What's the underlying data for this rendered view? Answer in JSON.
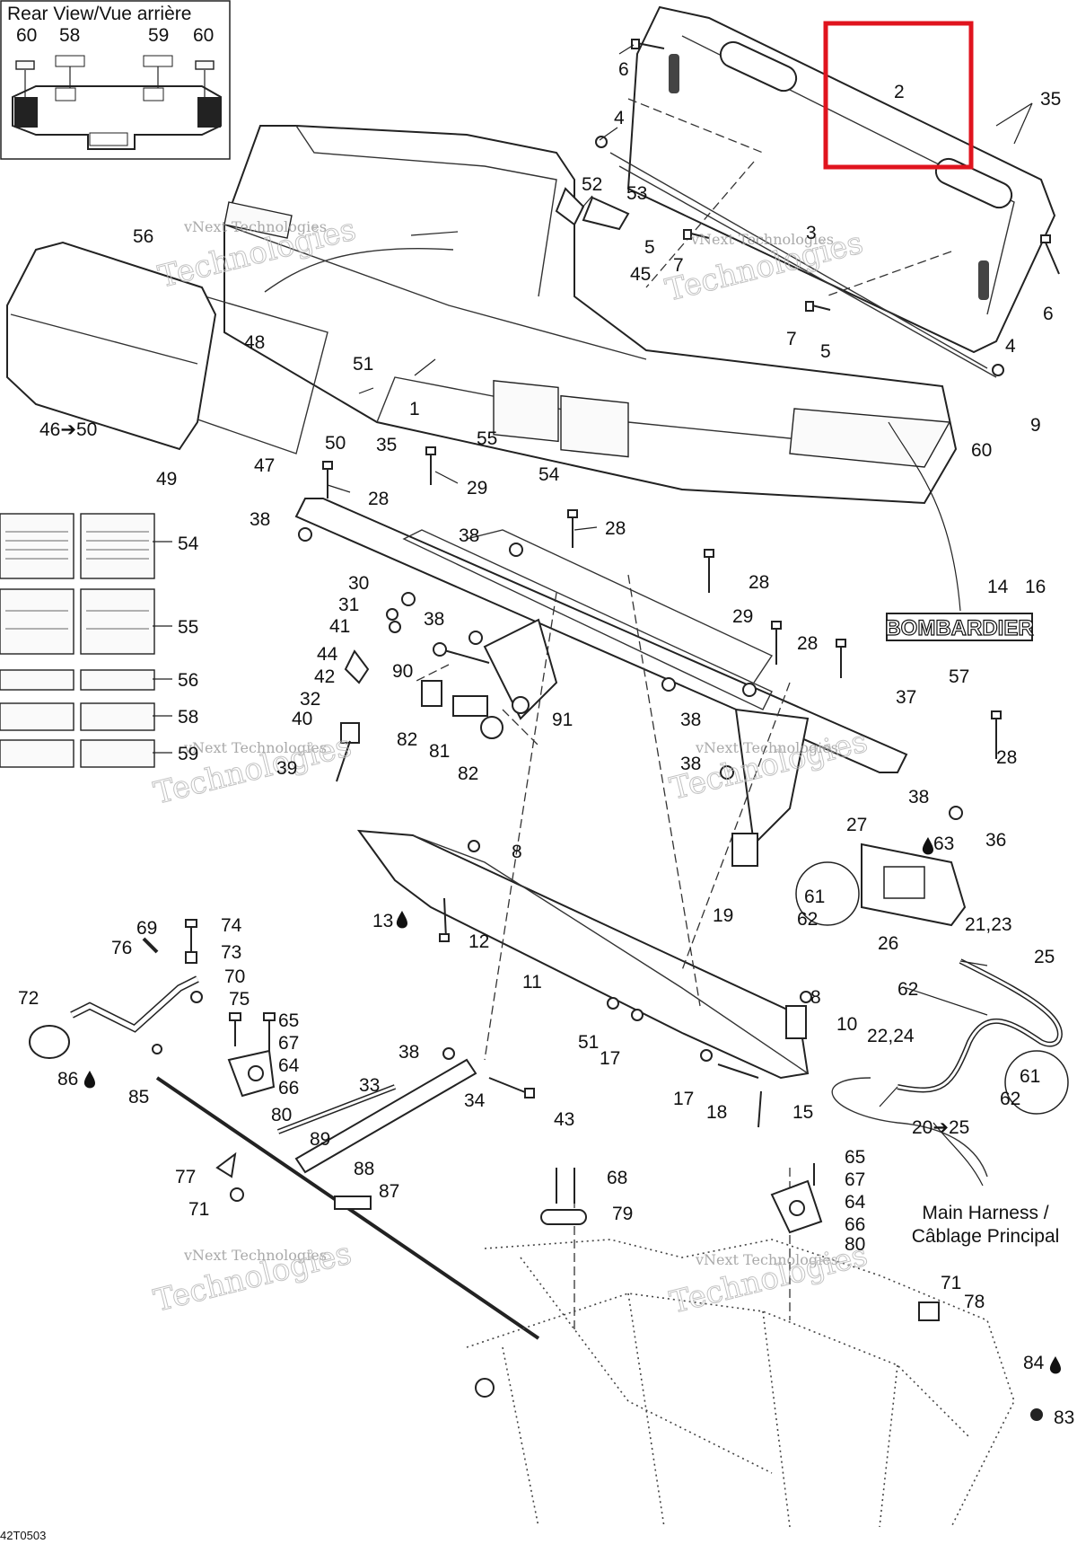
{
  "inset_title": "Rear View/Vue arrière",
  "bombardier_logo": "BOMBARDIER",
  "main_harness_label": [
    "Main Harness /",
    "Câblage Principal"
  ],
  "drawing_code": "42T0503",
  "watermark": [
    "vNext Technologies",
    "Technologies"
  ],
  "highlight_color": "#e0141e",
  "callouts": {
    "c_in60a": "60",
    "c_in58": "58",
    "c_in59": "59",
    "c_in60b": "60",
    "c6a": "6",
    "c2": "2",
    "c35a": "35",
    "c4a": "4",
    "c52": "52",
    "c53": "53",
    "c5a": "5",
    "c45": "45",
    "c7a": "7",
    "c3": "3",
    "c6b": "6",
    "c7b": "7",
    "c5b": "5",
    "c4b": "4",
    "c9": "9",
    "c56a": "56",
    "c48": "48",
    "c51a": "51",
    "c35b": "35",
    "c1": "1",
    "c55a": "55",
    "c54a": "54",
    "c46": "46➔50",
    "c50": "50",
    "c47": "47",
    "c49": "49",
    "c60": "60",
    "c28a": "28",
    "c29a": "29",
    "c38a": "38",
    "c38b": "38",
    "c28b": "28",
    "c28c": "28",
    "c29b": "29",
    "c28d": "28",
    "c14": "14",
    "c16": "16",
    "c57": "57",
    "c54b": "54",
    "c55b": "55",
    "c56b": "56",
    "c58": "58",
    "c59": "59",
    "c30": "30",
    "c31": "31",
    "c41": "41",
    "c38c": "38",
    "c44": "44",
    "c42": "42",
    "c90": "90",
    "c32": "32",
    "c40": "40",
    "c39": "39",
    "c82a": "82",
    "c81": "81",
    "c82b": "82",
    "c91": "91",
    "c38d": "38",
    "c37": "37",
    "c38e": "38",
    "c28e": "28",
    "c38f": "38",
    "c8a": "8",
    "c27": "27",
    "c63": "63",
    "c36": "36",
    "c13": "13",
    "c12": "12",
    "c19": "19",
    "c61a": "61",
    "c62a": "62",
    "c26": "26",
    "c21": "21,23",
    "c25": "25",
    "c69": "69",
    "c74": "74",
    "c76": "76",
    "c73": "73",
    "c70": "70",
    "c11": "11",
    "c72": "72",
    "c75": "75",
    "c8b": "8",
    "c62b": "62",
    "c65a": "65",
    "c67a": "67",
    "c51b": "51",
    "c17a": "17",
    "c10": "10",
    "c22": "22,24",
    "c64a": "64",
    "c86": "86",
    "c38g": "38",
    "c85": "85",
    "c66a": "66",
    "c33": "33",
    "c34": "34",
    "c43": "43",
    "c17b": "17",
    "c18": "18",
    "c15": "15",
    "c61b": "61",
    "c62c": "62",
    "c80a": "80",
    "c20": "20➔25",
    "c89": "89",
    "c65b": "65",
    "c67b": "67",
    "c68": "68",
    "c77": "77",
    "c88": "88",
    "c87": "87",
    "c71a": "71",
    "c79": "79",
    "c64b": "64",
    "c66b": "66",
    "c80b": "80",
    "c71b": "71",
    "c78": "78",
    "c84": "84",
    "c83": "83"
  }
}
